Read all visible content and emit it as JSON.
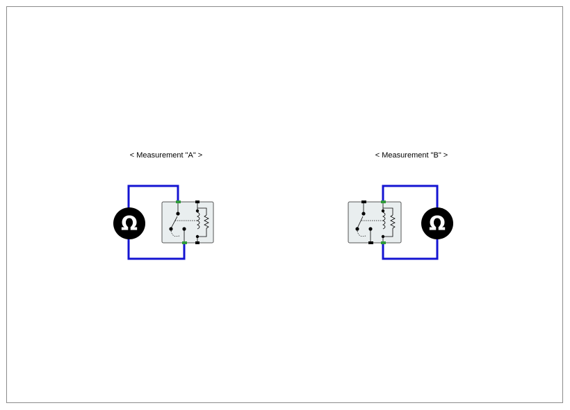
{
  "measurement_a": {
    "caption": "< Measurement \"A\" >",
    "meter_symbol": "Ω"
  },
  "measurement_b": {
    "caption": "< Measurement \"B\" >",
    "meter_symbol": "Ω"
  },
  "colors": {
    "wire": "#1414d2",
    "relay_body": "#e9eeef",
    "relay_border": "#555555",
    "contact_point": "#2f9a3a",
    "meter_fill": "#000000",
    "frame": "#8a8a8a"
  },
  "icons": {
    "meter": "ohmmeter-icon",
    "relay": "relay-icon"
  }
}
